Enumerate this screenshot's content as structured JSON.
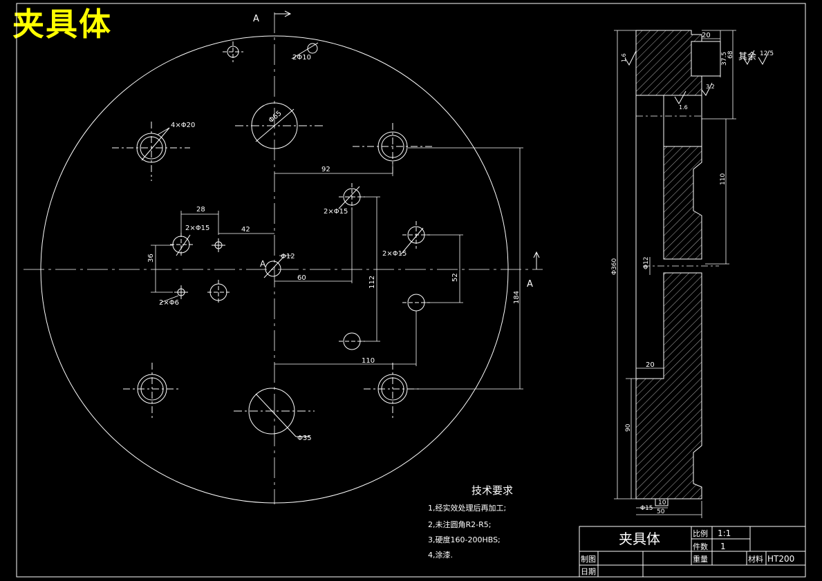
{
  "header": {
    "title": "夹具体"
  },
  "section": {
    "label": "A"
  },
  "plan": {
    "dims": {
      "hole_4x20": "4×Φ20",
      "hole_2x10": "2Φ10",
      "center_big": "Φ65",
      "d92": "92",
      "d28": "28",
      "hole_2x15_left": "2×Φ15",
      "d42": "42",
      "hole_2x15_mid": "2×Φ15",
      "hole_2x15_right": "2×Φ15",
      "d36": "36",
      "center_small": "Φ12",
      "d60": "60",
      "d112": "112",
      "d52": "52",
      "d184": "184",
      "hole_2x6": "2×Φ6",
      "d110": "110",
      "bottom_big": "Φ35"
    }
  },
  "section_view": {
    "dims": {
      "w20_top": "20",
      "d37_5": "37.5",
      "d68": "68",
      "rest_label": "其余",
      "rest_value": "12.5",
      "rough_top": "1.6",
      "rough_right": "3.2",
      "rough_mid": "1.6",
      "d110": "110",
      "dia360": "Φ360",
      "dia12": "Φ12",
      "w20_mid": "20",
      "d90": "90",
      "w10": "10",
      "dia15": "Φ15",
      "w50": "50"
    }
  },
  "notes": {
    "heading": "技术要求",
    "items": [
      "1,经实效处理后再加工;",
      "2,未注圆角R2-R5;",
      "3,硬度160-200HBS;",
      "4,涂漆."
    ]
  },
  "title_block": {
    "part_name": "夹具体",
    "scale_label": "比例",
    "scale_value": "1:1",
    "qty_label": "件数",
    "qty_value": "1",
    "drawn_label": "制图",
    "date_label": "日期",
    "weight_label": "重量",
    "material_label": "材料",
    "material_value": "HT200"
  },
  "colors": {
    "background": "#000000",
    "lines": "#ffffff",
    "title": "#ffff00"
  }
}
